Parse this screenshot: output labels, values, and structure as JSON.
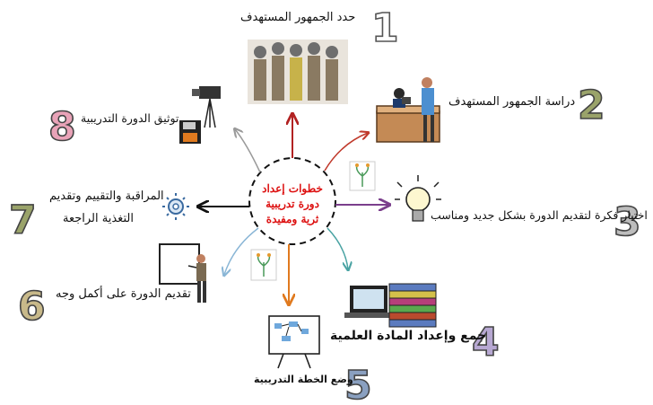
{
  "center": {
    "line1": "خطوات إعداد",
    "line2": "دورة تدريبية",
    "line3": "ثرية ومفيدة"
  },
  "steps": [
    {
      "number": "1",
      "label": "حدد الجمهور المستهدف",
      "color": "#8c8c8c"
    },
    {
      "number": "2",
      "label": "دراسة الجمهور المستهدف",
      "color": "#9aa36a"
    },
    {
      "number": "3",
      "label": "اختيار فكرة لتقديم الدورة بشكل جديد ومناسب",
      "color": "#8c8c8c"
    },
    {
      "number": "4",
      "label": "جمع وإعداد المادة العلمية",
      "color": "#b7a8d2"
    },
    {
      "number": "5",
      "label": "وضع الخطة التدريبية",
      "color": "#8aa0c0"
    },
    {
      "number": "6",
      "label": "تقديم الدورة على أكمل وجه",
      "color": "#c8b98a"
    },
    {
      "number": "7",
      "label_line1": "المراقبة والتقييم وتقديم",
      "label_line2": "التغذية الراجعة",
      "color": "#9aa36a"
    },
    {
      "number": "8",
      "label": "توثيق الدورة التدريبية",
      "color": "#e9a3b8"
    }
  ],
  "arrow_colors": {
    "up": "#b22222",
    "upper_right": "#c0392b",
    "right": "#7b3f8c",
    "lower_right": "#4aa3a3",
    "down": "#e07a1f",
    "lower_left": "#8ab6d6",
    "left": "#111111",
    "upper_left": "#9a9a9a"
  },
  "icons": [
    "crowd-icon",
    "researcher-icon",
    "lightbulb-icon",
    "books-laptop-icon",
    "plan-board-icon",
    "presenter-icon",
    "gear-icon",
    "camera-icon",
    "floppy-disk-icon",
    "tree-logo-icon"
  ]
}
